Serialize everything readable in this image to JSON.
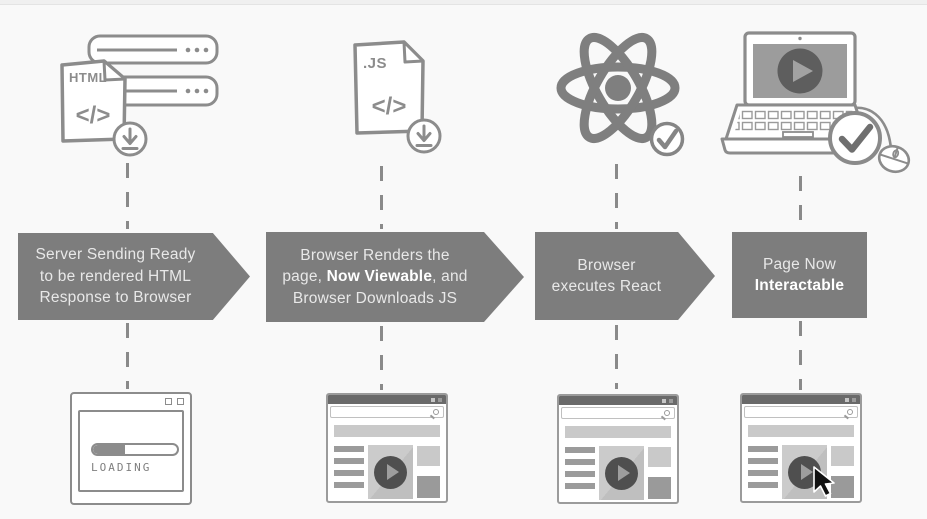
{
  "colors": {
    "background": "#f9f9f9",
    "banner": "#7d7d7d",
    "banner_text": "#e8e8e8",
    "banner_text_bold": "#ffffff",
    "icon_stroke": "#8c8c8c",
    "browser_chrome": "#6a6a6a",
    "placeholder_light": "#c9c9c9",
    "placeholder_dark": "#9b9b9b",
    "play_button": "#4f4f4f"
  },
  "stages": [
    {
      "name": "server-response",
      "banner": {
        "lines": [
          "Server Sending Ready",
          "to be rendered HTML",
          "Response to Browser"
        ]
      },
      "icon": {
        "file_label": "HTML",
        "code_glyph": "</>"
      },
      "browser": {
        "loading_label": "LOADING"
      }
    },
    {
      "name": "render-viewable",
      "banner": {
        "line1": "Browser Renders the",
        "line2_pre": "page, ",
        "line2_bold": "Now Viewable",
        "line2_post": ", and",
        "line3": "Browser Downloads JS"
      },
      "icon": {
        "file_label": ".JS",
        "code_glyph": "</>"
      }
    },
    {
      "name": "execute-react",
      "banner": {
        "line1": "Browser",
        "line2": "executes React"
      }
    },
    {
      "name": "interactable",
      "banner": {
        "line1": "Page Now",
        "line2_bold": "Interactable"
      }
    }
  ]
}
